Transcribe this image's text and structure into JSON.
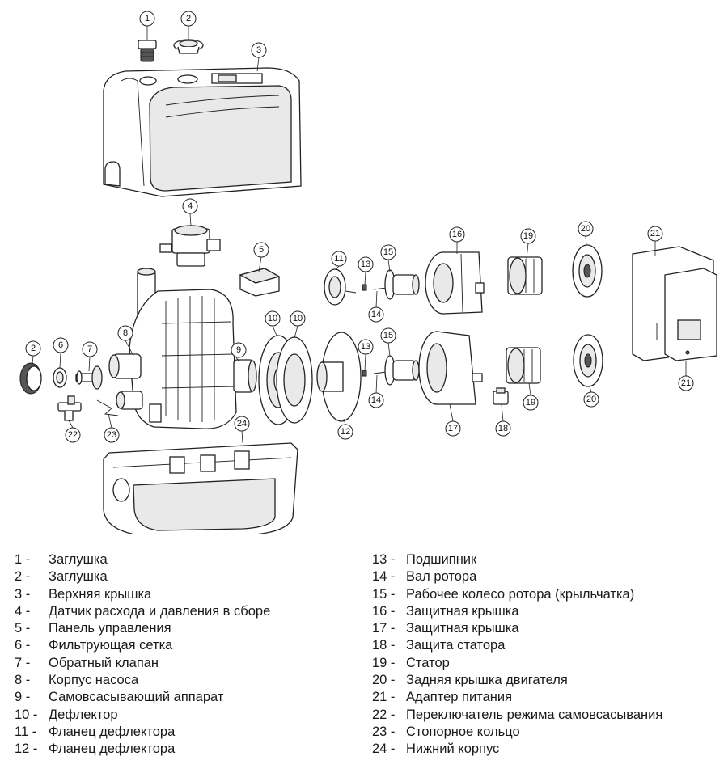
{
  "callouts": [
    "1",
    "2",
    "3",
    "4",
    "5",
    "6",
    "7",
    "8",
    "9",
    "10",
    "10",
    "11",
    "12",
    "13",
    "13",
    "14",
    "14",
    "15",
    "15",
    "16",
    "17",
    "18",
    "19",
    "19",
    "20",
    "20",
    "21",
    "21",
    "22",
    "23",
    "24",
    "2"
  ],
  "legend_left": [
    {
      "num": "1 -",
      "text": "Заглушка"
    },
    {
      "num": "2 -",
      "text": "Заглушка"
    },
    {
      "num": "3 -",
      "text": "Верхняя крышка"
    },
    {
      "num": "4 -",
      "text": "Датчик расхода и давления в сборе"
    },
    {
      "num": "5 -",
      "text": "Панель управления"
    },
    {
      "num": "6 -",
      "text": "Фильтрующая сетка"
    },
    {
      "num": "7 -",
      "text": "Обратный клапан"
    },
    {
      "num": "8 -",
      "text": "Корпус насоса"
    },
    {
      "num": "9 -",
      "text": "Самовсасывающий аппарат"
    },
    {
      "num": "10 -",
      "text": "Дефлектор"
    },
    {
      "num": "11 -",
      "text": "Фланец дефлектора"
    },
    {
      "num": "12 -",
      "text": "Фланец дефлектора"
    }
  ],
  "legend_right": [
    {
      "num": "13 -",
      "text": "Подшипник"
    },
    {
      "num": "14 -",
      "text": "Вал ротора"
    },
    {
      "num": "15 -",
      "text": "Рабочее колесо ротора (крыльчатка)"
    },
    {
      "num": "16 -",
      "text": "Защитная крышка"
    },
    {
      "num": "17 -",
      "text": "Защитная крышка"
    },
    {
      "num": "18 -",
      "text": "Защита статора"
    },
    {
      "num": "19 -",
      "text": "Статор"
    },
    {
      "num": "20 -",
      "text": "Задняя крышка двигателя"
    },
    {
      "num": "21 -",
      "text": "Адаптер питания"
    },
    {
      "num": "22 -",
      "text": "Переключатель режима самовсасывания"
    },
    {
      "num": "23 -",
      "text": "Стопорное кольцо"
    },
    {
      "num": "24 -",
      "text": "Нижний корпус"
    }
  ]
}
